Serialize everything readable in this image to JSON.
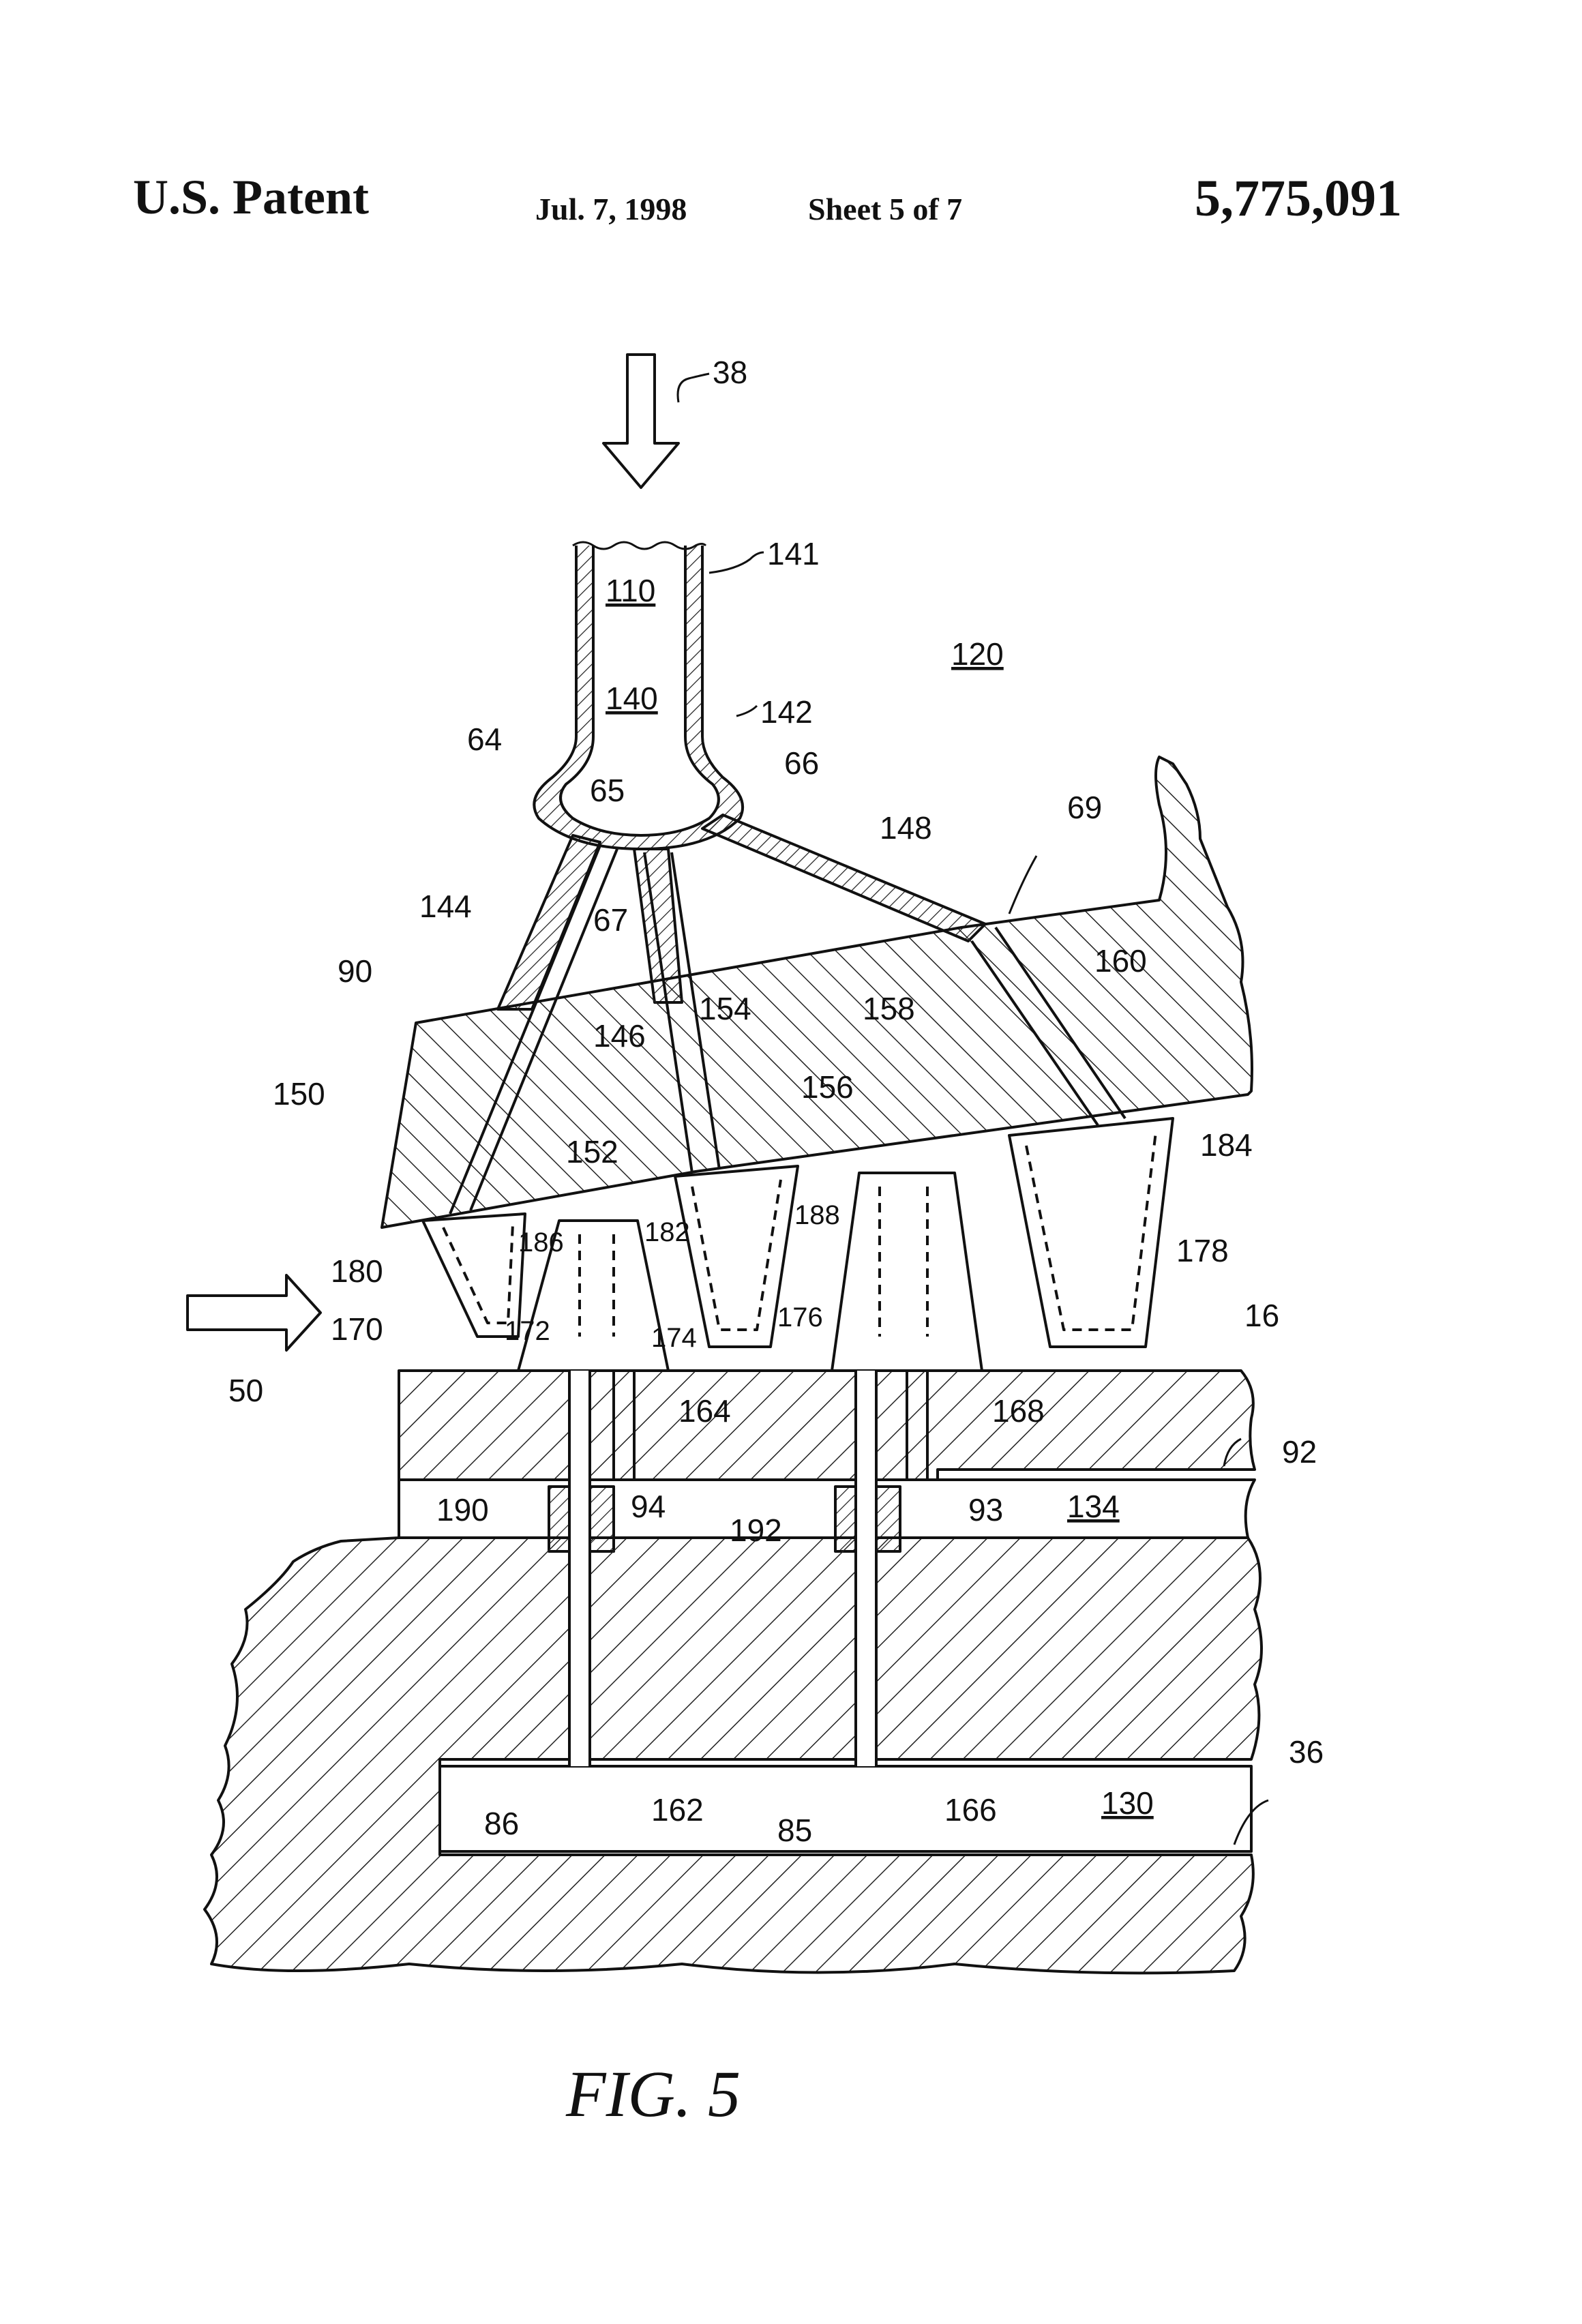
{
  "header": {
    "left": "U.S. Patent",
    "date": "Jul. 7, 1998",
    "sheet": "Sheet 5 of 7",
    "patent_number": "5,775,091"
  },
  "figure": {
    "caption": "FIG. 5"
  },
  "reference_labels": {
    "r38": "38",
    "r141": "141",
    "r110": "110",
    "r120": "120",
    "r140": "140",
    "r142": "142",
    "r64": "64",
    "r65": "65",
    "r66": "66",
    "r148": "148",
    "r69": "69",
    "r144": "144",
    "r67": "67",
    "r90": "90",
    "r146": "146",
    "r154": "154",
    "r158": "158",
    "r160": "160",
    "r150": "150",
    "r156": "156",
    "r152": "152",
    "r184": "184",
    "r186": "186",
    "r182": "182",
    "r188": "188",
    "r180": "180",
    "r178": "178",
    "r170": "170",
    "r172": "172",
    "r174": "174",
    "r176": "176",
    "r16": "16",
    "r50": "50",
    "r164": "164",
    "r168": "168",
    "r92": "92",
    "r190": "190",
    "r94": "94",
    "r192": "192",
    "r93": "93",
    "r134": "134",
    "r36": "36",
    "r162": "162",
    "r166": "166",
    "r130": "130",
    "r86": "86",
    "r85": "85"
  }
}
